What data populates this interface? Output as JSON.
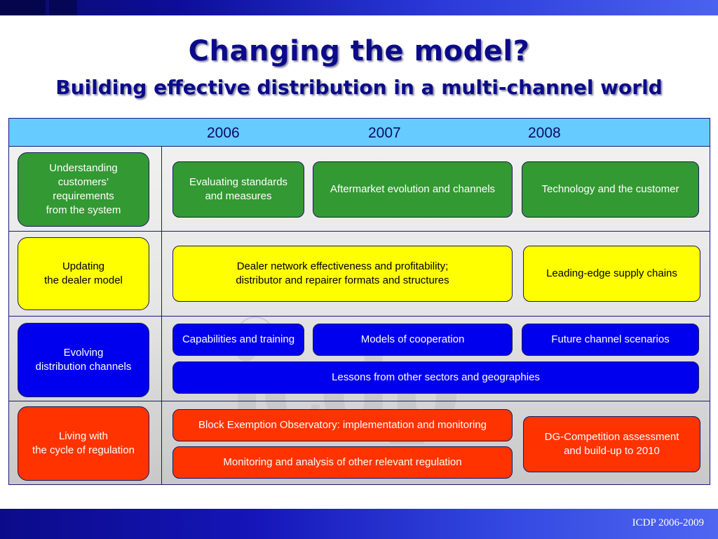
{
  "title": "Changing the model?",
  "subtitle": "Building effective distribution in a multi-channel world",
  "years": [
    "2006",
    "2007",
    "2008"
  ],
  "footer": "ICDP 2006-2009",
  "colors": {
    "green": "#339933",
    "yellow": "#ffff00",
    "blue": "#0000ee",
    "red": "#ff3300",
    "header": "#66ccff",
    "title": "#0b0b8a"
  },
  "rows": [
    {
      "category": "Understanding\ncustomers’\nrequirements\nfrom the system",
      "items": [
        "Evaluating standards\nand measures",
        "Aftermarket evolution and channels",
        "Technology and the customer"
      ]
    },
    {
      "category": "Updating\nthe dealer model",
      "items": [
        "Dealer network effectiveness and profitability;\ndistributor and repairer formats and structures",
        "Leading-edge supply chains"
      ]
    },
    {
      "category": "Evolving\ndistribution channels",
      "items": [
        "Capabilities and training",
        "Models of cooperation",
        "Future channel scenarios",
        "Lessons from other sectors and geographies"
      ]
    },
    {
      "category": "Living with\nthe cycle of regulation",
      "items": [
        "Block Exemption Observatory: implementation and monitoring",
        "Monitoring and analysis of other relevant regulation",
        "DG-Competition assessment\nand build-up to 2010"
      ]
    }
  ]
}
